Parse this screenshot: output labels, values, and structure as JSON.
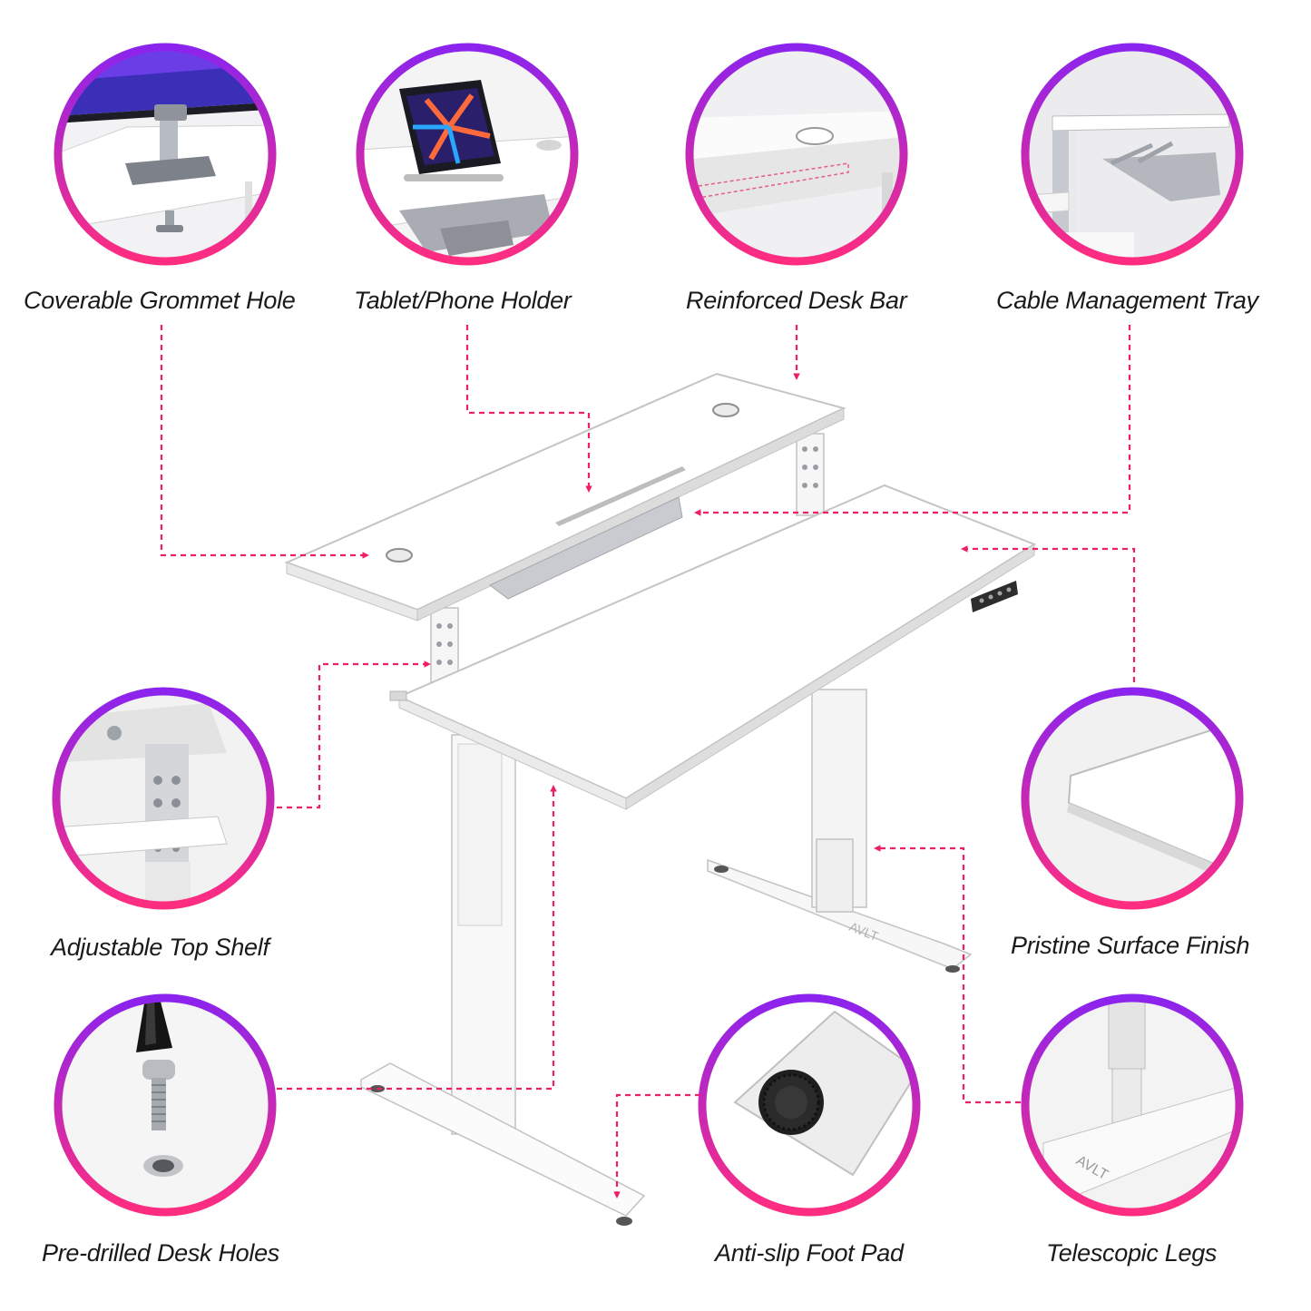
{
  "features": {
    "grommet": "Coverable Grommet Hole",
    "tablet": "Tablet/Phone Holder",
    "bar": "Reinforced Desk Bar",
    "tray": "Cable Management Tray",
    "shelf": "Adjustable Top Shelf",
    "finish": "Pristine Surface Finish",
    "holes": "Pre-drilled Desk Holes",
    "footpad": "Anti-slip Foot Pad",
    "legs": "Telescopic Legs"
  },
  "brand_mark": "AVLT",
  "colors": {
    "ring_top": "#8b24ee",
    "ring_bottom": "#ff2d7f",
    "arrow": "#ee1f68",
    "desk": "#ffffff",
    "outline": "#c8c8c8"
  }
}
